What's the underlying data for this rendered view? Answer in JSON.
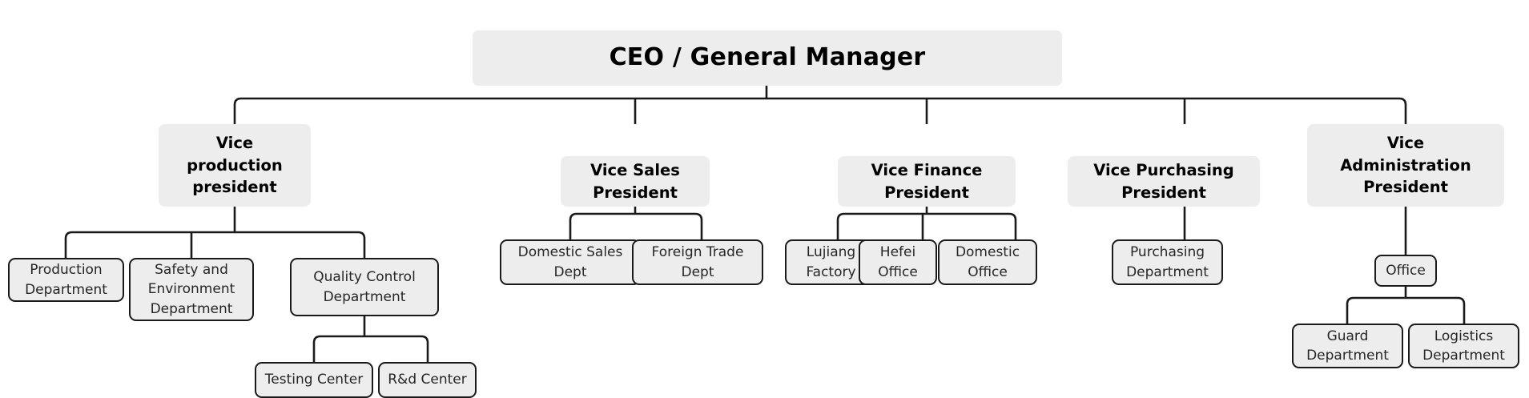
{
  "diagram": {
    "type": "organization-chart",
    "title": "CEO / General Manager",
    "background_color": "#ffffff",
    "node_fill_color": "#ededed",
    "node_border_color": "#1a1a1a",
    "link_color": "#1a1a1a"
  },
  "nodes": {
    "ceo": "CEO / General Manager",
    "vp_production": "Vice production president",
    "vp_sales": "Vice Sales President",
    "vp_finance": "Vice Finance President",
    "vp_purchasing": "Vice Purchasing President",
    "vp_admin": "Vice Administration President",
    "production_department": "Production Department",
    "safety_environment_department": "Safety and Environment Department",
    "quality_control_department": "Quality Control Department",
    "testing_center": "Testing Center",
    "rd_center": "R&d Center",
    "domestic_sales_dept": "Domestic Sales Dept",
    "foreign_trade_dept": "Foreign Trade Dept",
    "lujiang_factory": "Lujiang Factory",
    "hefei_office": "Hefei Office",
    "domestic_office": "Domestic Office",
    "purchasing_department": "Purchasing Department",
    "office": "Office",
    "guard_department": "Guard Department",
    "logistics_department": "Logistics Department"
  },
  "hierarchy": [
    {
      "id": "ceo",
      "label": "CEO / General Manager",
      "children": [
        {
          "id": "vp_production",
          "label": "Vice production president",
          "children": [
            {
              "id": "production_department",
              "label": "Production Department",
              "children": []
            },
            {
              "id": "safety_environment_department",
              "label": "Safety and Environment Department",
              "children": []
            },
            {
              "id": "quality_control_department",
              "label": "Quality Control Department",
              "children": [
                {
                  "id": "testing_center",
                  "label": "Testing Center",
                  "children": []
                },
                {
                  "id": "rd_center",
                  "label": "R&d Center",
                  "children": []
                }
              ]
            }
          ]
        },
        {
          "id": "vp_sales",
          "label": "Vice Sales President",
          "children": [
            {
              "id": "domestic_sales_dept",
              "label": "Domestic Sales Dept",
              "children": []
            },
            {
              "id": "foreign_trade_dept",
              "label": "Foreign Trade Dept",
              "children": []
            }
          ]
        },
        {
          "id": "vp_finance",
          "label": "Vice Finance President",
          "children": [
            {
              "id": "lujiang_factory",
              "label": "Lujiang Factory",
              "children": []
            },
            {
              "id": "hefei_office",
              "label": "Hefei Office",
              "children": []
            },
            {
              "id": "domestic_office",
              "label": "Domestic Office",
              "children": []
            }
          ]
        },
        {
          "id": "vp_purchasing",
          "label": "Vice Purchasing President",
          "children": [
            {
              "id": "purchasing_department",
              "label": "Purchasing Department",
              "children": []
            }
          ]
        },
        {
          "id": "vp_admin",
          "label": "Vice Administration President",
          "children": [
            {
              "id": "office",
              "label": "Office",
              "children": [
                {
                  "id": "guard_department",
                  "label": "Guard Department",
                  "children": []
                },
                {
                  "id": "logistics_department",
                  "label": "Logistics Department",
                  "children": []
                }
              ]
            }
          ]
        }
      ]
    }
  ],
  "labels": {
    "ceo_line1": "CEO / General Manager",
    "vp_production_l1": "Vice",
    "vp_production_l2": "production",
    "vp_production_l3": "president",
    "vp_sales_l1": "Vice Sales",
    "vp_sales_l2": "President",
    "vp_finance_l1": "Vice Finance",
    "vp_finance_l2": "President",
    "vp_purchasing_l1": "Vice Purchasing",
    "vp_purchasing_l2": "President",
    "vp_admin_l1": "Vice",
    "vp_admin_l2": "Administration",
    "vp_admin_l3": "President",
    "production_l1": "Production",
    "production_l2": "Department",
    "safety_l1": "Safety and",
    "safety_l2": "Environment",
    "safety_l3": "Department",
    "quality_l1": "Quality Control",
    "quality_l2": "Department",
    "testing_l1": "Testing Center",
    "rd_l1": "R&d Center",
    "domsales_l1": "Domestic Sales",
    "domsales_l2": "Dept",
    "foreign_l1": "Foreign Trade",
    "foreign_l2": "Dept",
    "lujiang_l1": "Lujiang",
    "lujiang_l2": "Factory",
    "hefei_l1": "Hefei",
    "hefei_l2": "Office",
    "domoffice_l1": "Domestic",
    "domoffice_l2": "Office",
    "purchasing_l1": "Purchasing",
    "purchasing_l2": "Department",
    "office_l1": "Office",
    "guard_l1": "Guard",
    "guard_l2": "Department",
    "logistics_l1": "Logistics",
    "logistics_l2": "Department"
  }
}
